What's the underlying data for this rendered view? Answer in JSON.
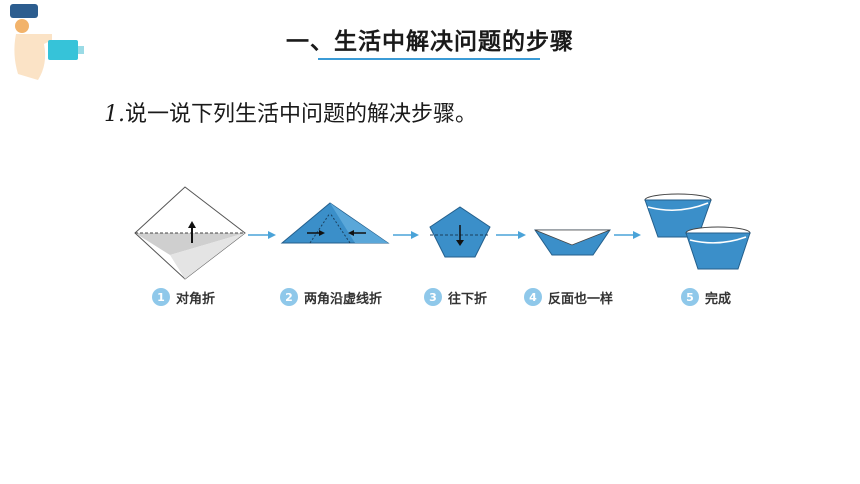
{
  "title": "一、生活中解决问题的步骤",
  "question": {
    "number": "1.",
    "text": "说一说下列生活中问题的解决步骤。"
  },
  "steps": [
    {
      "num": "1",
      "label": "对角折"
    },
    {
      "num": "2",
      "label": "两角沿虚线折"
    },
    {
      "num": "3",
      "label": "往下折"
    },
    {
      "num": "4",
      "label": "反面也一样"
    },
    {
      "num": "5",
      "label": "完成"
    }
  ],
  "colors": {
    "paper_blue": "#3b8fc9",
    "arrow_blue": "#4aa3d8",
    "step_circle": "#8fc8ea",
    "title_line": "#3b9bd6"
  }
}
